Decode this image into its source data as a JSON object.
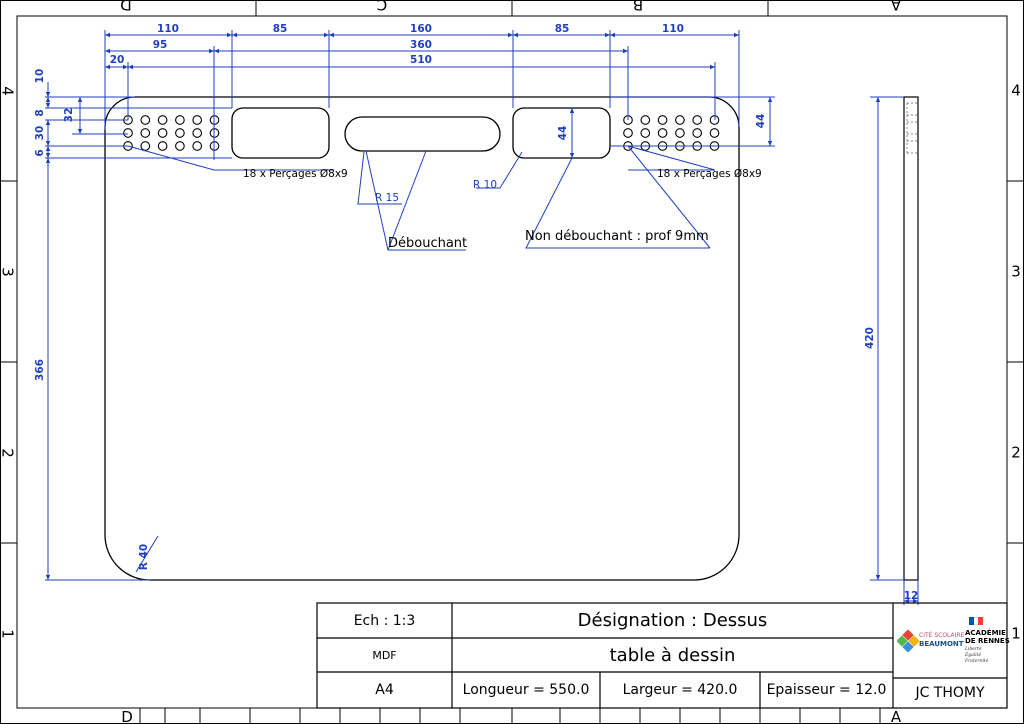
{
  "frame": {
    "zones_top": [
      "D",
      "C",
      "B",
      "A"
    ],
    "zones_bottom": [
      "D",
      "A"
    ],
    "rows": [
      "4",
      "3",
      "2",
      "1"
    ]
  },
  "dimensions": {
    "top": [
      "110",
      "85",
      "160",
      "85",
      "110"
    ],
    "d95": "95",
    "d360": "360",
    "d20": "20",
    "d510": "510",
    "left_small": [
      "10",
      "8",
      "30",
      "6"
    ],
    "d32": "32",
    "d366": "366",
    "d44_slot": "44",
    "d44_right": "44",
    "d420": "420",
    "d12": "12",
    "r40": "R 40"
  },
  "annotations": {
    "holes_left": "18 x Perçages  Ø8x9",
    "holes_right": "18 x Perçages  Ø8x9",
    "r15": "R 15",
    "r10": "R 10",
    "debouchant": "Débouchant",
    "non_debouchant": "Non débouchant : prof 9mm"
  },
  "title_block": {
    "scale": "Ech : 1:3",
    "material": "MDF",
    "format": "A4",
    "designation": "Désignation : Dessus",
    "project": "table à dessin",
    "length": "Longueur = 550.0",
    "width": "Largeur = 420.0",
    "thickness": "Epaisseur = 12.0",
    "author": "JC THOMY",
    "school_line1": "CITÉ SCOLAIRE",
    "school_line2": "BEAUMONT",
    "academy_line1": "ACADÉMIE",
    "academy_line2": "DE RENNES",
    "motto": [
      "Liberté",
      "Égalité",
      "Fraternité"
    ]
  },
  "colors": {
    "dimension_blue": "#1f3fbf",
    "outline": "#000000"
  }
}
